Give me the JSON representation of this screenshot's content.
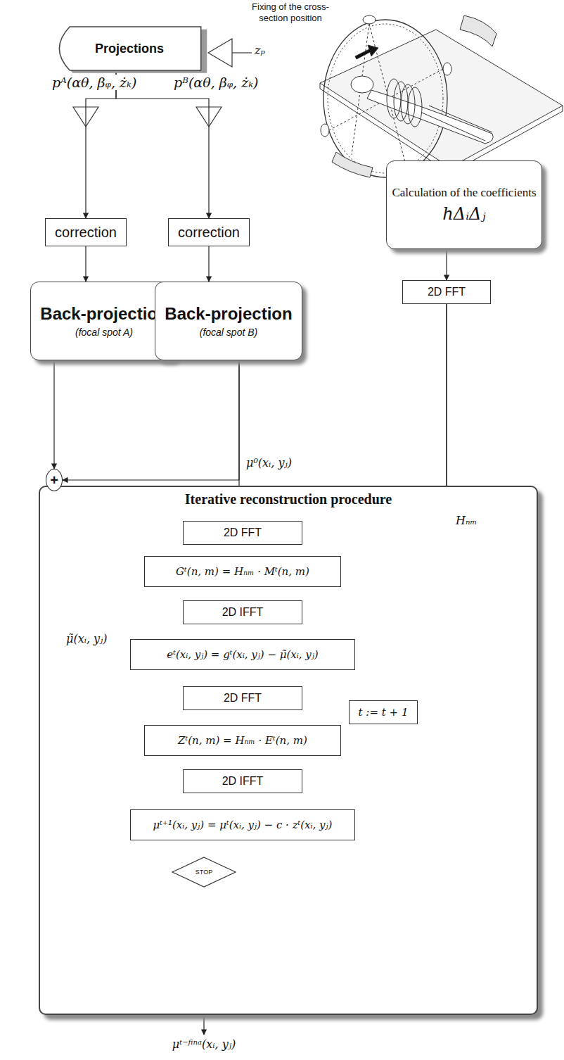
{
  "diagram": {
    "nodes": [
      {
        "text": [
          "Projections"
        ]
      },
      {
        "text": [
          "correction"
        ]
      },
      {
        "text": [
          "correction"
        ]
      },
      {
        "text": [
          "Back-projection",
          "(focal spot A)"
        ]
      },
      {
        "text": [
          "Back-projection",
          "(focal spot B)"
        ]
      },
      {
        "text": [
          "Calculation of the coefficients",
          "hΔᵢΔⱼ"
        ]
      },
      {
        "text": [
          "2D FFT"
        ]
      },
      {
        "text": [
          "Iterative reconstruction procedure"
        ]
      },
      {
        "text": [
          "2D FFT"
        ],
        "in": 7
      },
      {
        "text": [
          "Gᵗ(n, m) = Hₙₘ · Mᵗ(n, m)"
        ],
        "in": 7
      },
      {
        "text": [
          "2D IFFT"
        ],
        "in": 7
      },
      {
        "text": [
          "eᵗ(xᵢ, yⱼ) = gᵗ(xᵢ, yⱼ) − μ̃(xᵢ, yⱼ)"
        ],
        "in": 7
      },
      {
        "text": [
          "2D FFT"
        ],
        "in": 7
      },
      {
        "text": [
          "Zᵗ(n, m) = Hₙₘ · Eᵗ(n, m)"
        ],
        "in": 7
      },
      {
        "text": [
          "2D IFFT"
        ],
        "in": 7
      },
      {
        "text": [
          "μᵗ⁺¹(xᵢ, yⱼ) = μᵗ(xᵢ, yⱼ) − c · zᵗ(xᵢ, yⱼ)"
        ],
        "in": 7
      },
      {
        "text": [
          "STOP"
        ],
        "in": 7
      },
      {
        "text": [
          "t := t + 1"
        ],
        "in": 7
      },
      {
        "text": [
          "+"
        ]
      }
    ],
    "edges": [
      {
        "from": 0,
        "to": 1,
        "arrow": "to"
      },
      {
        "from": 0,
        "to": 2,
        "arrow": "to"
      },
      {
        "from": 1,
        "to": 3,
        "arrow": "to"
      },
      {
        "from": 2,
        "to": 4,
        "arrow": "to"
      },
      {
        "from": 3,
        "to": 18,
        "arrow": "to"
      },
      {
        "from": 4,
        "to": 18,
        "arrow": "to"
      },
      {
        "from": 4,
        "to": 8,
        "label": "μ⁰(xᵢ, yⱼ)",
        "arrow": "to"
      },
      {
        "from": 18,
        "to": 11,
        "label": "μ̃(xᵢ, yⱼ)",
        "arrow": "to"
      },
      {
        "from": 5,
        "to": 6,
        "arrow": "to"
      },
      {
        "from": 6,
        "to": 9,
        "label": "Hₙₘ",
        "arrow": "to"
      },
      {
        "from": 6,
        "to": 13,
        "arrow": "to"
      },
      {
        "from": 8,
        "to": 9,
        "arrow": "to"
      },
      {
        "from": 9,
        "to": 10,
        "arrow": "to"
      },
      {
        "from": 10,
        "to": 11,
        "arrow": "to"
      },
      {
        "from": 11,
        "to": 12,
        "arrow": "to"
      },
      {
        "from": 12,
        "to": 13,
        "arrow": "to"
      },
      {
        "from": 13,
        "to": 14,
        "arrow": "to"
      },
      {
        "from": 14,
        "to": 15,
        "arrow": "to"
      },
      {
        "from": 15,
        "to": 16,
        "arrow": "to"
      },
      {
        "from": 16,
        "to": 17,
        "arrow": "to"
      },
      {
        "from": 17,
        "to": 8,
        "arrow": "to"
      }
    ],
    "labels": [
      "Fixing of the cross-section position",
      "zₚ",
      "pᴬ(αθ, βᵩ, żₖ)",
      "pᴮ(αθ, βᵩ, żₖ)",
      "μᵗ⁻ᶠⁱⁿᵃ(xᵢ, yⱼ)"
    ]
  }
}
